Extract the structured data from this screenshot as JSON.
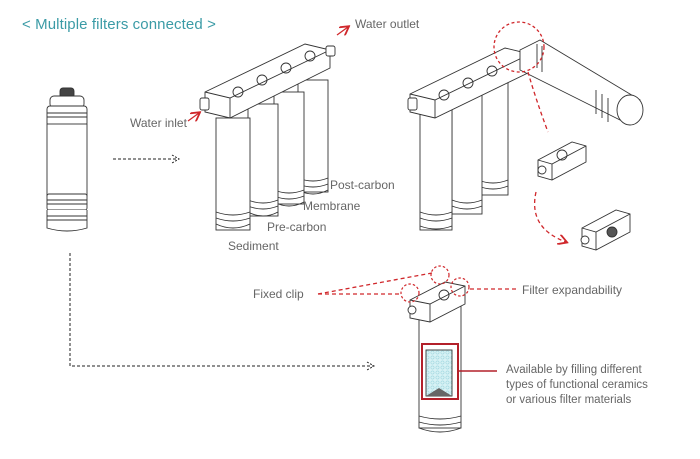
{
  "title": "< Multiple filters connected >",
  "labels": {
    "water_inlet": "Water inlet",
    "water_outlet": "Water outlet",
    "post_carbon": "Post-carbon",
    "membrane": "Membrane",
    "pre_carbon": "Pre-carbon",
    "sediment": "Sediment",
    "fixed_clip": "Fixed clip",
    "filter_expandability": "Filter expandability"
  },
  "description": [
    "Available by filling different",
    "types of functional ceramics",
    "or various filter materials"
  ],
  "colors": {
    "title": "#3b9ba6",
    "label": "#666666",
    "accent_red": "#d0272b",
    "line": "#444444",
    "ceramic_fill": "#cfeef2"
  },
  "icons": [
    "single-filter-icon",
    "four-filter-assembly-icon",
    "expanded-filter-assembly-icon",
    "connector-module-icon",
    "side-connector-icon",
    "single-housing-filter-icon"
  ]
}
